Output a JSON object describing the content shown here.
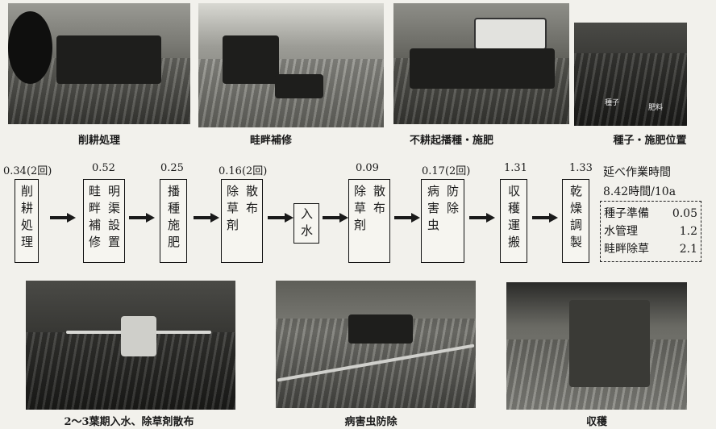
{
  "top_photos": [
    {
      "caption": "削耕処理"
    },
    {
      "caption": "畦畔補修"
    },
    {
      "caption": "不耕起播種・施肥"
    },
    {
      "caption": "種子・施肥位置",
      "labels": [
        "種子",
        "肥料"
      ]
    }
  ],
  "steps": [
    {
      "hours": "0.34(2回)",
      "columns": [
        "削耕処理"
      ]
    },
    {
      "hours": "0.52",
      "columns": [
        "明渠設置",
        "畦畔補修"
      ]
    },
    {
      "hours": "0.25",
      "columns": [
        "播種施肥"
      ]
    },
    {
      "hours": "0.16(2回)",
      "columns": [
        "散布",
        "除草剤"
      ]
    },
    {
      "hours": "",
      "columns": [
        "入水"
      ]
    },
    {
      "hours": "0.09",
      "columns": [
        "散布",
        "除草剤"
      ]
    },
    {
      "hours": "0.17(2回)",
      "columns": [
        "防除",
        "病害虫"
      ]
    },
    {
      "hours": "1.31",
      "columns": [
        "収穫運搬"
      ]
    },
    {
      "hours": "1.33",
      "columns": [
        "乾燥調製"
      ]
    }
  ],
  "summary": {
    "title": "延べ作業時間",
    "total": "8.42時間/10a",
    "items": [
      {
        "label": "種子準備",
        "value": "0.05"
      },
      {
        "label": "水管理",
        "value": "1.2"
      },
      {
        "label": "畦畔除草",
        "value": "2.1"
      }
    ]
  },
  "bottom_photos": [
    {
      "caption": "2～3葉期入水、除草剤散布"
    },
    {
      "caption": "病害虫防除"
    },
    {
      "caption": "収穫"
    }
  ]
}
